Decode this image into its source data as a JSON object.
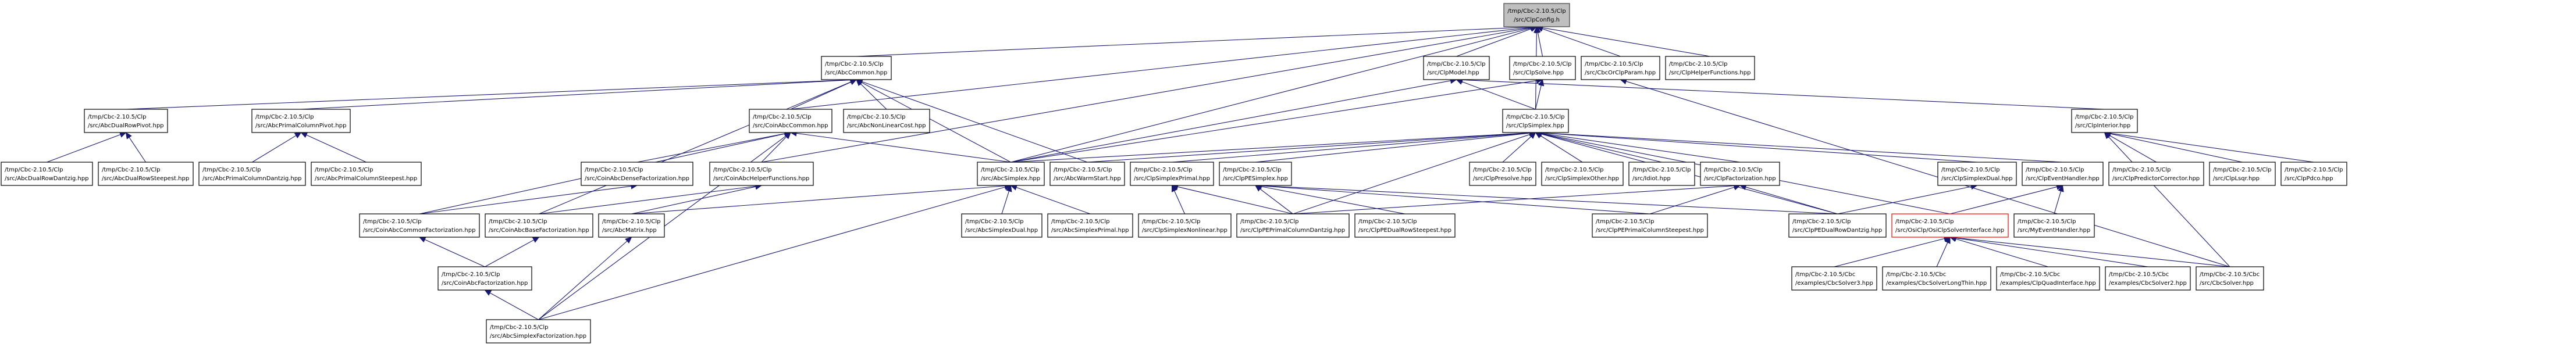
{
  "diagram": {
    "type": "include-dependency-graph",
    "root": "clpconfig",
    "colors": {
      "edge": "#191970",
      "root_fill": "#bfbfbf",
      "highlight_border": "#ff0000",
      "node_border": "#000000"
    },
    "nodes": [
      {
        "id": "clpconfig",
        "line1": "/tmp/Cbc-2.10.5/Clp",
        "line2": "/src/ClpConfig.h",
        "style": "root"
      },
      {
        "id": "abccommon",
        "line1": "/tmp/Cbc-2.10.5/Clp",
        "line2": "/src/AbcCommon.hpp"
      },
      {
        "id": "clpmodel",
        "line1": "/tmp/Cbc-2.10.5/Clp",
        "line2": "/src/ClpModel.hpp"
      },
      {
        "id": "clpsolve",
        "line1": "/tmp/Cbc-2.10.5/Clp",
        "line2": "/src/ClpSolve.hpp"
      },
      {
        "id": "cbcorclpparam",
        "line1": "/tmp/Cbc-2.10.5/Clp",
        "line2": "/src/CbcOrClpParam.hpp"
      },
      {
        "id": "clphelperfunctions",
        "line1": "/tmp/Cbc-2.10.5/Clp",
        "line2": "/src/ClpHelperFunctions.hpp"
      },
      {
        "id": "abcdualrowpivot",
        "line1": "/tmp/Cbc-2.10.5/Clp",
        "line2": "/src/AbcDualRowPivot.hpp"
      },
      {
        "id": "abcprimalcolumnpivot",
        "line1": "/tmp/Cbc-2.10.5/Clp",
        "line2": "/src/AbcPrimalColumnPivot.hpp"
      },
      {
        "id": "coinabccommon",
        "line1": "/tmp/Cbc-2.10.5/Clp",
        "line2": "/src/CoinAbcCommon.hpp"
      },
      {
        "id": "abcnonlinearcost",
        "line1": "/tmp/Cbc-2.10.5/Clp",
        "line2": "/src/AbcNonLinearCost.hpp"
      },
      {
        "id": "clpsimplex",
        "line1": "/tmp/Cbc-2.10.5/Clp",
        "line2": "/src/ClpSimplex.hpp"
      },
      {
        "id": "clpinterior",
        "line1": "/tmp/Cbc-2.10.5/Clp",
        "line2": "/src/ClpInterior.hpp"
      },
      {
        "id": "abcdualrowdantzig",
        "line1": "/tmp/Cbc-2.10.5/Clp",
        "line2": "/src/AbcDualRowDantzig.hpp"
      },
      {
        "id": "abcdualrowsteepest",
        "line1": "/tmp/Cbc-2.10.5/Clp",
        "line2": "/src/AbcDualRowSteepest.hpp"
      },
      {
        "id": "abcprimalcolumndantzig",
        "line1": "/tmp/Cbc-2.10.5/Clp",
        "line2": "/src/AbcPrimalColumnDantzig.hpp"
      },
      {
        "id": "abcprimalcolumnsteepest",
        "line1": "/tmp/Cbc-2.10.5/Clp",
        "line2": "/src/AbcPrimalColumnSteepest.hpp"
      },
      {
        "id": "coinabcdensefactorization",
        "line1": "/tmp/Cbc-2.10.5/Clp",
        "line2": "/src/CoinAbcDenseFactorization.hpp"
      },
      {
        "id": "coinabchelperfunctions",
        "line1": "/tmp/Cbc-2.10.5/Clp",
        "line2": "/src/CoinAbcHelperFunctions.hpp"
      },
      {
        "id": "abcsimplex",
        "line1": "/tmp/Cbc-2.10.5/Clp",
        "line2": "/src/AbcSimplex.hpp"
      },
      {
        "id": "abcwarmstart",
        "line1": "/tmp/Cbc-2.10.5/Clp",
        "line2": "/src/AbcWarmStart.hpp"
      },
      {
        "id": "clpsimplexprimal",
        "line1": "/tmp/Cbc-2.10.5/Clp",
        "line2": "/src/ClpSimplexPrimal.hpp"
      },
      {
        "id": "clppesimplex",
        "line1": "/tmp/Cbc-2.10.5/Clp",
        "line2": "/src/ClpPESimplex.hpp"
      },
      {
        "id": "clppresolve",
        "line1": "/tmp/Cbc-2.10.5/Clp",
        "line2": "/src/ClpPresolve.hpp"
      },
      {
        "id": "clpsimplexother",
        "line1": "/tmp/Cbc-2.10.5/Clp",
        "line2": "/src/ClpSimplexOther.hpp"
      },
      {
        "id": "idiot",
        "line1": "/tmp/Cbc-2.10.5/Clp",
        "line2": "/src/Idiot.hpp"
      },
      {
        "id": "clpfactorization",
        "line1": "/tmp/Cbc-2.10.5/Clp",
        "line2": "/src/ClpFactorization.hpp"
      },
      {
        "id": "clpsimplexdual",
        "line1": "/tmp/Cbc-2.10.5/Clp",
        "line2": "/src/ClpSimplexDual.hpp"
      },
      {
        "id": "clpeventhandler",
        "line1": "/tmp/Cbc-2.10.5/Clp",
        "line2": "/src/ClpEventHandler.hpp"
      },
      {
        "id": "clppredictorcorrector",
        "line1": "/tmp/Cbc-2.10.5/Clp",
        "line2": "/src/ClpPredictorCorrector.hpp"
      },
      {
        "id": "clplsqr",
        "line1": "/tmp/Cbc-2.10.5/Clp",
        "line2": "/src/ClpLsqr.hpp"
      },
      {
        "id": "clppdco",
        "line1": "/tmp/Cbc-2.10.5/Clp",
        "line2": "/src/ClpPdco.hpp"
      },
      {
        "id": "coinabccommonfactorization",
        "line1": "/tmp/Cbc-2.10.5/Clp",
        "line2": "/src/CoinAbcCommonFactorization.hpp"
      },
      {
        "id": "coinabcbasefactorization",
        "line1": "/tmp/Cbc-2.10.5/Clp",
        "line2": "/src/CoinAbcBaseFactorization.hpp"
      },
      {
        "id": "abcmatrix",
        "line1": "/tmp/Cbc-2.10.5/Clp",
        "line2": "/src/AbcMatrix.hpp"
      },
      {
        "id": "abcsimplexdual",
        "line1": "/tmp/Cbc-2.10.5/Clp",
        "line2": "/src/AbcSimplexDual.hpp"
      },
      {
        "id": "abcsimplexprimal",
        "line1": "/tmp/Cbc-2.10.5/Clp",
        "line2": "/src/AbcSimplexPrimal.hpp"
      },
      {
        "id": "clpsimplexnonlinear",
        "line1": "/tmp/Cbc-2.10.5/Clp",
        "line2": "/src/ClpSimplexNonlinear.hpp"
      },
      {
        "id": "clpeprimalcolumndantzig",
        "line1": "/tmp/Cbc-2.10.5/Clp",
        "line2": "/src/ClpPEPrimalColumnDantzig.hpp"
      },
      {
        "id": "clpedualrowsteepest",
        "line1": "/tmp/Cbc-2.10.5/Clp",
        "line2": "/src/ClpPEDualRowSteepest.hpp"
      },
      {
        "id": "clpeprimalcolumnsteepest",
        "line1": "/tmp/Cbc-2.10.5/Clp",
        "line2": "/src/ClpPEPrimalColumnSteepest.hpp"
      },
      {
        "id": "clpedualrowdantzig",
        "line1": "/tmp/Cbc-2.10.5/Clp",
        "line2": "/src/ClpPEDualRowDantzig.hpp"
      },
      {
        "id": "osiclpsolverinterface",
        "line1": "/tmp/Cbc-2.10.5/Clp",
        "line2": "/src/OsiClp/OsiClpSolverInterface.hpp",
        "style": "highlight"
      },
      {
        "id": "myeventhandler",
        "line1": "/tmp/Cbc-2.10.5/Clp",
        "line2": "/src/MyEventHandler.hpp"
      },
      {
        "id": "coinabcfactorization",
        "line1": "/tmp/Cbc-2.10.5/Clp",
        "line2": "/src/CoinAbcFactorization.hpp"
      },
      {
        "id": "abcsimplexfactorization",
        "line1": "/tmp/Cbc-2.10.5/Clp",
        "line2": "/src/AbcSimplexFactorization.hpp"
      },
      {
        "id": "cbcsolver3",
        "line1": "/tmp/Cbc-2.10.5/Cbc",
        "line2": "/examples/CbcSolver3.hpp"
      },
      {
        "id": "cbcsolverlongthin",
        "line1": "/tmp/Cbc-2.10.5/Cbc",
        "line2": "/examples/CbcSolverLongThin.hpp"
      },
      {
        "id": "clpquadinterface",
        "line1": "/tmp/Cbc-2.10.5/Cbc",
        "line2": "/examples/ClpQuadInterface.hpp"
      },
      {
        "id": "cbcsolver2",
        "line1": "/tmp/Cbc-2.10.5/Cbc",
        "line2": "/examples/CbcSolver2.hpp"
      },
      {
        "id": "cbcsolver",
        "line1": "/tmp/Cbc-2.10.5/Cbc",
        "line2": "/src/CbcSolver.hpp"
      }
    ],
    "edges": [
      [
        "abccommon",
        "clpconfig"
      ],
      [
        "clpmodel",
        "clpconfig"
      ],
      [
        "clpsolve",
        "clpconfig"
      ],
      [
        "cbcorclpparam",
        "clpconfig"
      ],
      [
        "clphelperfunctions",
        "clpconfig"
      ],
      [
        "clpsimplex",
        "clpconfig"
      ],
      [
        "abcsimplex",
        "clpconfig"
      ],
      [
        "coinabchelperfunctions",
        "clpconfig"
      ],
      [
        "coinabccommon",
        "clpconfig"
      ],
      [
        "abcdualrowpivot",
        "abccommon"
      ],
      [
        "abcprimalcolumnpivot",
        "abccommon"
      ],
      [
        "coinabccommon",
        "abccommon"
      ],
      [
        "abcnonlinearcost",
        "abccommon"
      ],
      [
        "abcsimplex",
        "abccommon"
      ],
      [
        "abcwarmstart",
        "abccommon"
      ],
      [
        "coinabcbasefactorization",
        "abccommon"
      ],
      [
        "abcdualrowdantzig",
        "abcdualrowpivot"
      ],
      [
        "abcdualrowsteepest",
        "abcdualrowpivot"
      ],
      [
        "abcprimalcolumndantzig",
        "abcprimalcolumnpivot"
      ],
      [
        "abcprimalcolumnsteepest",
        "abcprimalcolumnpivot"
      ],
      [
        "coinabcdensefactorization",
        "coinabccommon"
      ],
      [
        "coinabchelperfunctions",
        "coinabccommon"
      ],
      [
        "abcsimplex",
        "coinabccommon"
      ],
      [
        "coinabccommonfactorization",
        "coinabccommon"
      ],
      [
        "abcsimplexfactorization",
        "coinabccommon"
      ],
      [
        "coinabccommonfactorization",
        "coinabcdensefactorization"
      ],
      [
        "coinabcbasefactorization",
        "coinabchelperfunctions"
      ],
      [
        "abcmatrix",
        "coinabchelperfunctions"
      ],
      [
        "abcmatrix",
        "abcsimplex"
      ],
      [
        "abcsimplexdual",
        "abcsimplex"
      ],
      [
        "abcsimplexprimal",
        "abcsimplex"
      ],
      [
        "abcsimplexfactorization",
        "abcsimplex"
      ],
      [
        "clpsimplex",
        "clpmodel"
      ],
      [
        "abcsimplex",
        "clpmodel"
      ],
      [
        "clpinterior",
        "clpmodel"
      ],
      [
        "clpsimplex",
        "clpsolve"
      ],
      [
        "abcsimplex",
        "clpsolve"
      ],
      [
        "cbcsolver",
        "cbcorclpparam"
      ],
      [
        "abcsimplex",
        "clpsimplex"
      ],
      [
        "abcwarmstart",
        "clpsimplex"
      ],
      [
        "clpsimplexprimal",
        "clpsimplex"
      ],
      [
        "clppesimplex",
        "clpsimplex"
      ],
      [
        "clppresolve",
        "clpsimplex"
      ],
      [
        "clpsimplexother",
        "clpsimplex"
      ],
      [
        "idiot",
        "clpsimplex"
      ],
      [
        "clpfactorization",
        "clpsimplex"
      ],
      [
        "clpsimplexdual",
        "clpsimplex"
      ],
      [
        "clpeventhandler",
        "clpsimplex"
      ],
      [
        "osiclpsolverinterface",
        "clpsimplex"
      ],
      [
        "clpeprimalcolumndantzig",
        "clpsimplex"
      ],
      [
        "clpedualrowdantzig",
        "clpsimplex"
      ],
      [
        "clpsimplexnonlinear",
        "clpsimplexprimal"
      ],
      [
        "clpeprimalcolumndantzig",
        "clpsimplexprimal"
      ],
      [
        "clpeprimalcolumndantzig",
        "clppesimplex"
      ],
      [
        "clpedualrowsteepest",
        "clppesimplex"
      ],
      [
        "clpeprimalcolumnsteepest",
        "clppesimplex"
      ],
      [
        "clpedualrowdantzig",
        "clppesimplex"
      ],
      [
        "clpeprimalcolumndantzig",
        "clpfactorization"
      ],
      [
        "clpeprimalcolumnsteepest",
        "clpfactorization"
      ],
      [
        "clpedualrowdantzig",
        "clpfactorization"
      ],
      [
        "clpedualrowdantzig",
        "clpsimplexdual"
      ],
      [
        "osiclpsolverinterface",
        "clpeventhandler"
      ],
      [
        "myeventhandler",
        "clpeventhandler"
      ],
      [
        "clppredictorcorrector",
        "clpinterior"
      ],
      [
        "clplsqr",
        "clpinterior"
      ],
      [
        "clppdco",
        "clpinterior"
      ],
      [
        "coinabcfactorization",
        "coinabccommonfactorization"
      ],
      [
        "coinabcfactorization",
        "coinabcbasefactorization"
      ],
      [
        "abcsimplexfactorization",
        "coinabcfactorization"
      ],
      [
        "abcsimplexfactorization",
        "abcmatrix"
      ],
      [
        "cbcsolver3",
        "osiclpsolverinterface"
      ],
      [
        "cbcsolverlongthin",
        "osiclpsolverinterface"
      ],
      [
        "clpquadinterface",
        "osiclpsolverinterface"
      ],
      [
        "cbcsolver2",
        "osiclpsolverinterface"
      ],
      [
        "cbcsolver",
        "osiclpsolverinterface"
      ],
      [
        "cbcsolver",
        "clpinterior"
      ]
    ]
  }
}
